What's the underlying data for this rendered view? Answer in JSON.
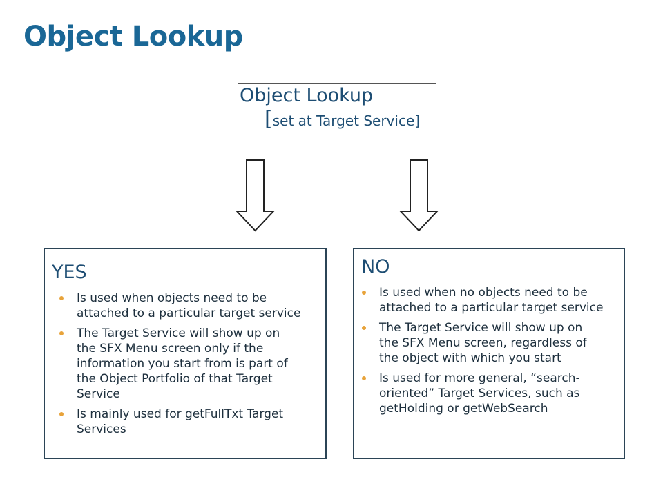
{
  "title": "Object Lookup",
  "top_box": {
    "main": "Object Lookup",
    "bracket_open": "[",
    "sub": "set at Target Service",
    "bracket_close": "]"
  },
  "yes_panel": {
    "heading": "YES",
    "bullets": [
      [
        "Is used when objects need to be",
        "attached to a particular target service"
      ],
      [
        "The Target Service will show up on",
        "the SFX Menu screen only if the",
        "information you start from is part of",
        "the Object Portfolio of that Target",
        "Service"
      ],
      [
        "Is mainly used for getFullTxt Target",
        "Services"
      ]
    ]
  },
  "no_panel": {
    "heading": "NO",
    "bullets": [
      [
        "Is used when no objects need to be",
        "attached to a particular target service"
      ],
      [
        "The Target Service will show up on",
        "the SFX Menu screen, regardless of",
        "the object with which you start"
      ],
      [
        "Is used for more general, “search-",
        "oriented” Target Services, such as",
        "getHolding or getWebSearch"
      ]
    ]
  },
  "colors": {
    "title": "#1a6796",
    "text": "#1d4d73",
    "bullet": "#e8a33a",
    "border": "#2b4456"
  }
}
